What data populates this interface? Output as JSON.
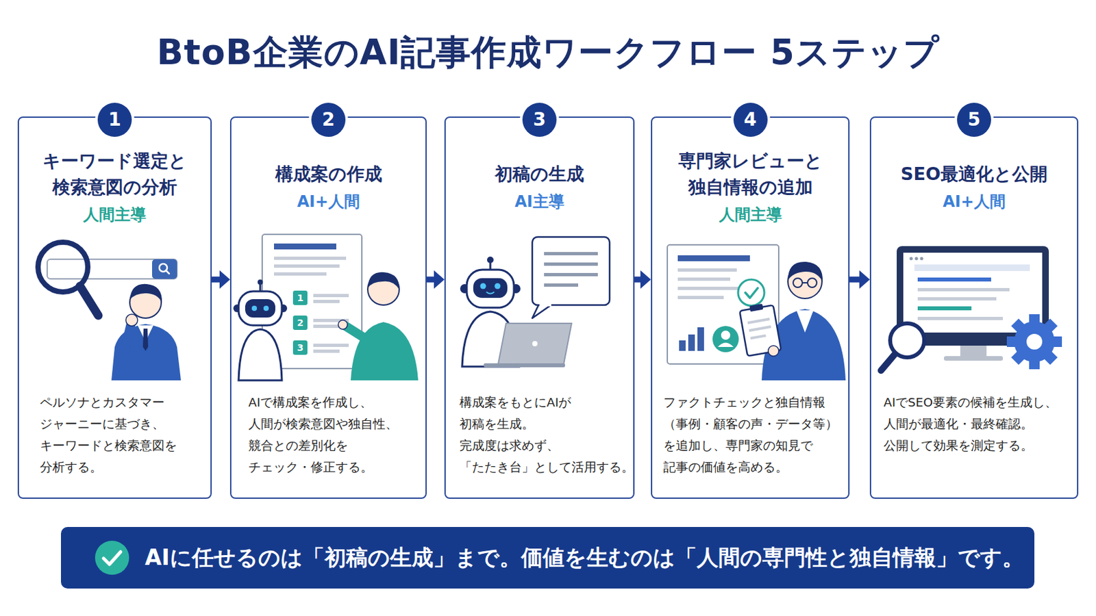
{
  "diagram": {
    "title": "BtoB企業のAI記事作成ワークフロー 5ステップ",
    "nodes": [
      {
        "text": [
          "キーワード選定と 検索意図の分析",
          "人間主導",
          "ペルソナとカスタマー ジャーニーに基づき、 キーワードと検索意図を 分析する。"
        ]
      },
      {
        "text": [
          "1"
        ],
        "in": 0
      },
      {
        "text": [
          "構成案の作成",
          "AI+人間",
          "AIで構成案を作成し、 人間が検索意図や独自性、 競合との差別化を チェック・修正する。"
        ]
      },
      {
        "text": [
          "2"
        ],
        "in": 2
      },
      {
        "text": [
          "初稿の生成",
          "AI主導",
          "構成案をもとにAIが 初稿を生成。 完成度は求めず、 「たたき台」として活用する。"
        ]
      },
      {
        "text": [
          "3"
        ],
        "in": 4
      },
      {
        "text": [
          "専門家レビューと 独自情報の追加",
          "人間主導",
          "ファクトチェックと独自情報 （事例・顧客の声・データ等） を追加し、専門家の知見で 記事の価値を高める。"
        ]
      },
      {
        "text": [
          "4"
        ],
        "in": 6
      },
      {
        "text": [
          "SEO最適化と公開",
          "AI+人間",
          "AIでSEO要素の候補を生成し、 人間が最適化・最終確認。 公開して効果を測定する。"
        ]
      },
      {
        "text": [
          "5"
        ],
        "in": 8
      },
      {
        "text": [
          "AIに任せるのは「初稿の生成」まで。価値を生むのは「人間の専門性と独自情報」です。"
        ]
      }
    ],
    "edges": [
      {
        "from": 0,
        "to": 2,
        "arrow": "to"
      },
      {
        "from": 2,
        "to": 4,
        "arrow": "to"
      },
      {
        "from": 4,
        "to": 6,
        "arrow": "to"
      },
      {
        "from": 6,
        "to": 8,
        "arrow": "to"
      }
    ],
    "labels": [
      "1",
      "2",
      "3"
    ]
  }
}
